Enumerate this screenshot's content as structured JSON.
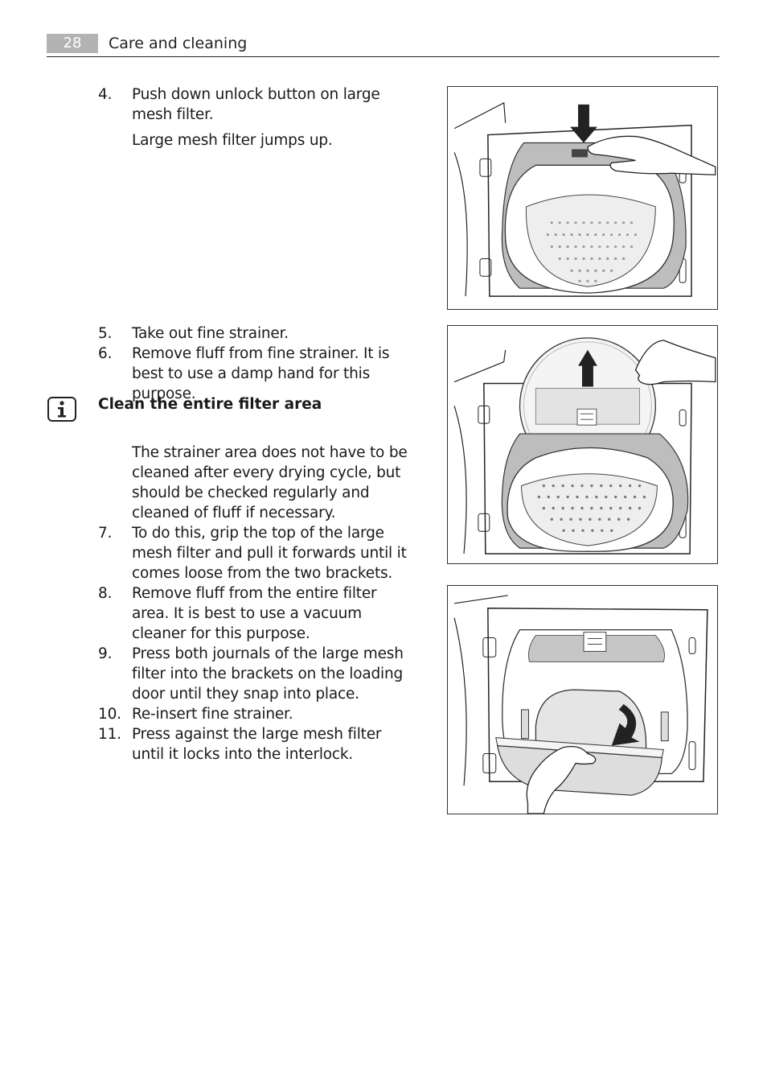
{
  "header": {
    "page_number": "28",
    "section_title": "Care and cleaning"
  },
  "steps_top": [
    {
      "num": "4.",
      "text": "Push down unlock button on large mesh filter."
    }
  ],
  "step4_note": "Large mesh filter jumps up.",
  "steps_mid": [
    {
      "num": "5.",
      "text": "Take out fine strainer."
    },
    {
      "num": "6.",
      "text": "Remove fluff from fine strainer. It is best to use a damp hand for this purpose."
    }
  ],
  "info": {
    "icon": "info-icon",
    "heading": "Clean the entire filter area",
    "text": "The strainer area does not have to be cleaned after every drying cycle, but should be checked regularly and cleaned of fluff if necessary."
  },
  "steps_bottom": [
    {
      "num": "7.",
      "text": "To do this, grip the top of the large mesh filter and pull it forwards until it comes loose from the two brackets."
    },
    {
      "num": "8.",
      "text": "Remove fluff from the entire filter area. It is best to use a vacuum cleaner for this purpose."
    },
    {
      "num": "9.",
      "text": "Press both journals of the large mesh filter into the brackets on the loading door until they snap into place."
    },
    {
      "num": "10.",
      "text": "Re-insert fine strainer."
    },
    {
      "num": "11.",
      "text": "Press against the large mesh filter until it locks into the interlock."
    }
  ],
  "figures": {
    "fig1_icons": [
      "arrow-down-icon",
      "hand-icon"
    ],
    "fig2_icons": [
      "arrow-up-icon",
      "hand-icon"
    ],
    "fig3_icons": [
      "curved-arrow-icon",
      "hand-icon"
    ]
  },
  "colors": {
    "page_number_bg": "#b3b3b3",
    "filter_grey": "#a8a8a8",
    "ink": "#1a1a1a"
  }
}
